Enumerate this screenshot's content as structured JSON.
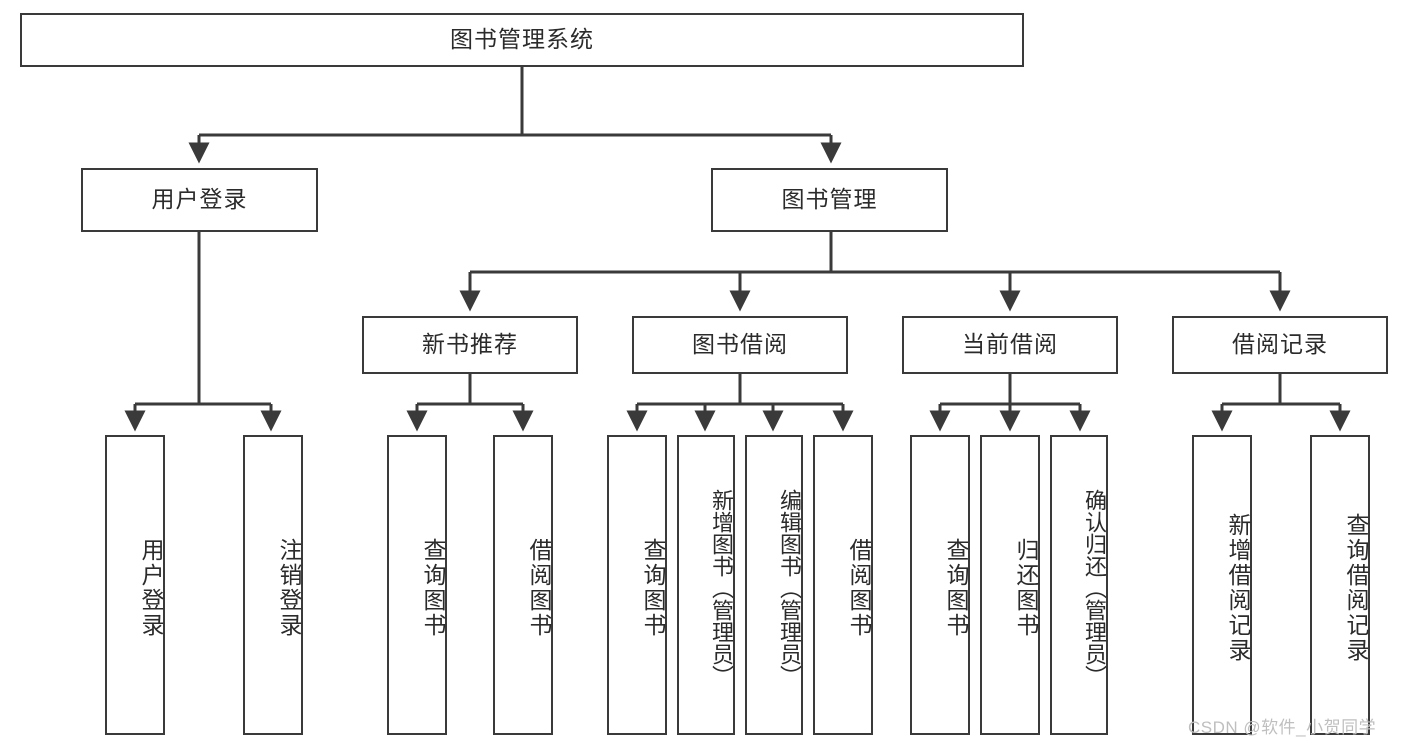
{
  "diagram": {
    "type": "tree",
    "title": "图书管理系统",
    "root": {
      "label": "图书管理系统"
    },
    "level2": [
      {
        "label": "用户登录"
      },
      {
        "label": "图书管理"
      }
    ],
    "level3": [
      {
        "label": "新书推荐"
      },
      {
        "label": "图书借阅"
      },
      {
        "label": "当前借阅"
      },
      {
        "label": "借阅记录"
      }
    ],
    "leaves": {
      "user_login": [
        {
          "label": "用户登录"
        },
        {
          "label": "注销登录"
        }
      ],
      "new_book": [
        {
          "label": "查询图书"
        },
        {
          "label": "借阅图书"
        }
      ],
      "book_borrow": [
        {
          "label": "查询图书"
        },
        {
          "label": "新增图书（管理员）"
        },
        {
          "label": "编辑图书（管理员）"
        },
        {
          "label": "借阅图书"
        }
      ],
      "current_borrow": [
        {
          "label": "查询图书"
        },
        {
          "label": "归还图书"
        },
        {
          "label": "确认归还（管理员）"
        }
      ],
      "borrow_record": [
        {
          "label": "新增借阅记录"
        },
        {
          "label": "查询借阅记录"
        }
      ]
    }
  },
  "watermark": {
    "text": "CSDN @软件_小贺同学"
  },
  "colors": {
    "stroke": "#3a3a3a",
    "background": "#ffffff",
    "text": "#2b2b2b",
    "watermark": "#bfbfbf"
  }
}
